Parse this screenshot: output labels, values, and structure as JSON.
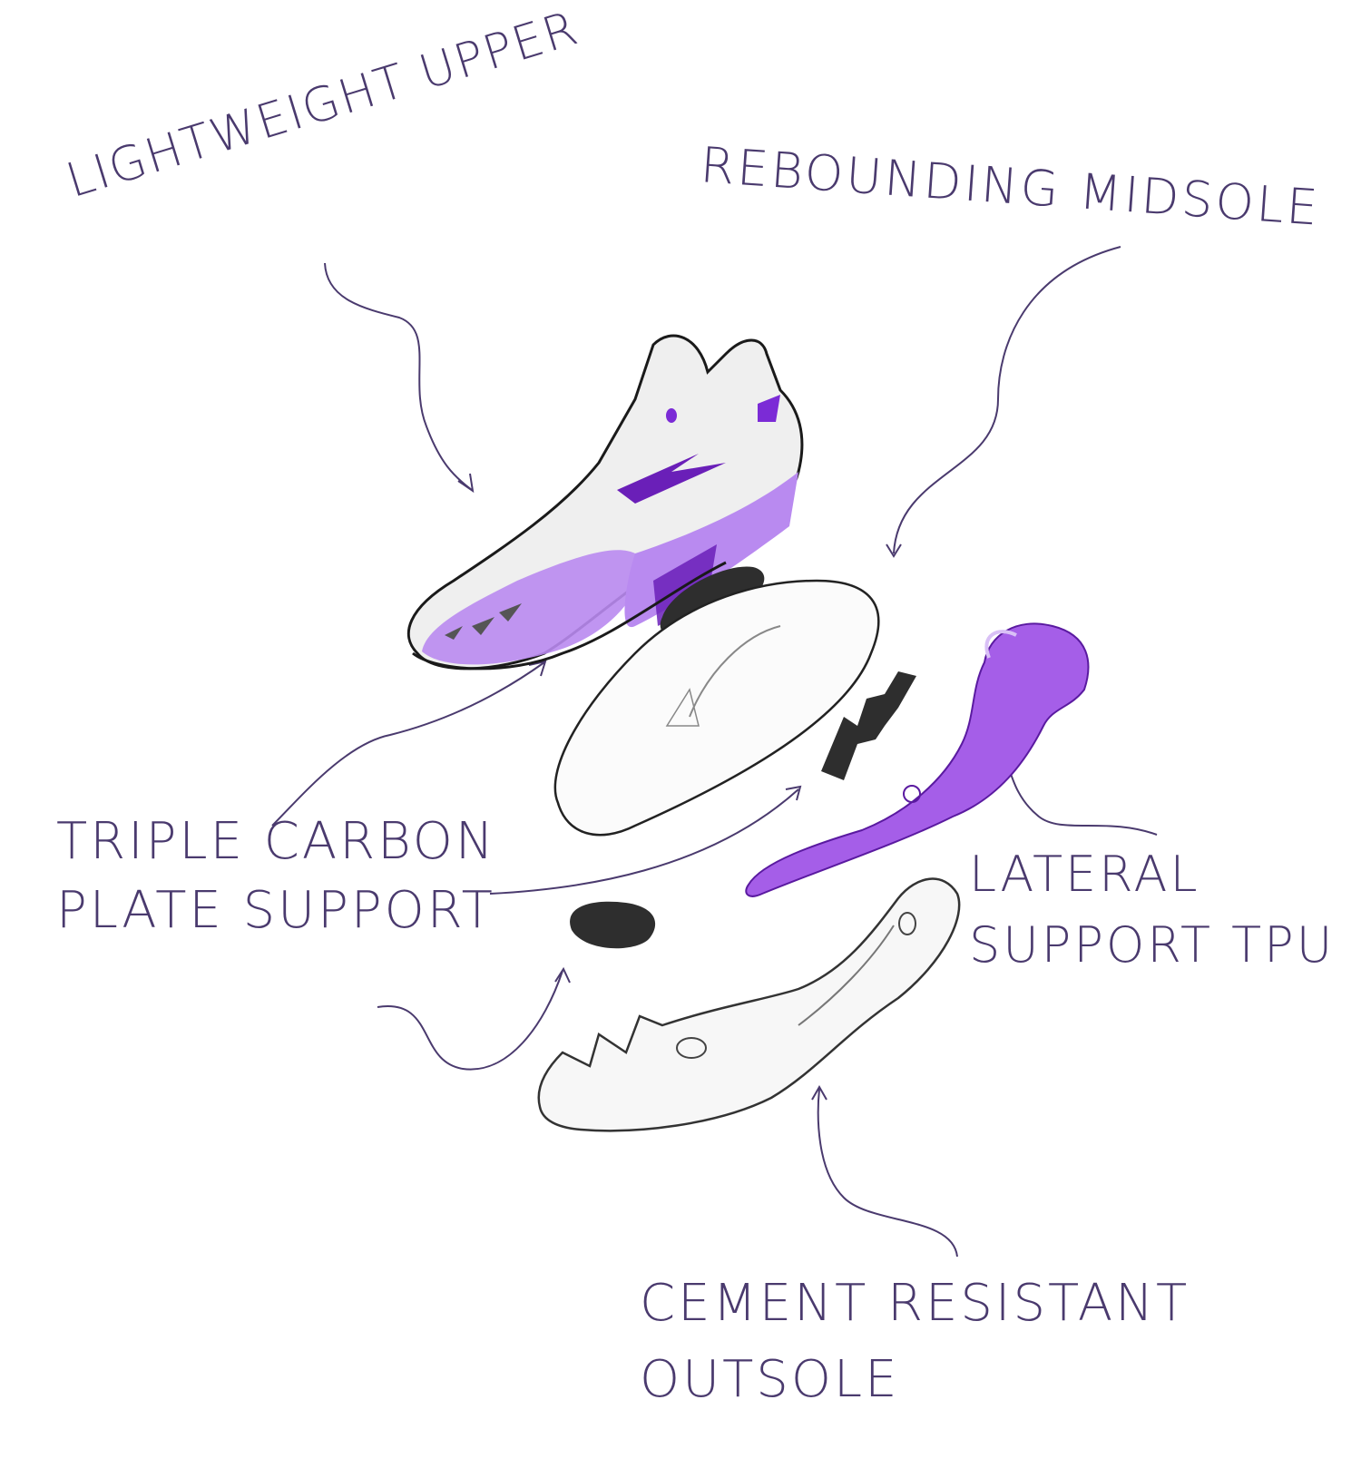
{
  "diagram": {
    "type": "exploded-view-sketch",
    "subject": "basketball shoe",
    "colors": {
      "label_ink": "#4a3a6e",
      "accent_purple": "#a970e8",
      "deep_purple": "#6a1fb8",
      "pad_black": "#2e2e2e",
      "outline": "#1a1a1a"
    },
    "labels": {
      "upper": "LIGHTWEIGHT UPPER",
      "midsole": "REBOUNDING MIDSOLE",
      "carbon": "TRIPLE CARBON\nPLATE SUPPORT",
      "tpu": "LATERAL\nSUPPORT TPU",
      "outsole": "CEMENT RESISTANT\nOUTSOLE"
    },
    "components": [
      "shoe-upper",
      "heel-cushion-pad",
      "midsole",
      "forefoot-carbon-plate",
      "lateral-support-tpu",
      "toe-pad",
      "outsole"
    ]
  }
}
